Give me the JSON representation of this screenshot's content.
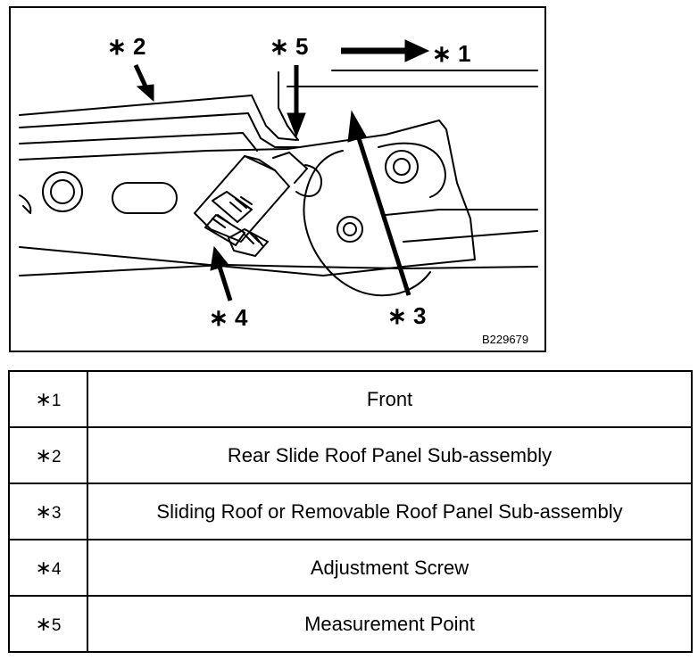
{
  "figure": {
    "id": "B229679",
    "callouts": {
      "c1": "∗ 1",
      "c2": "∗ 2",
      "c3": "∗ 3",
      "c4": "∗ 4",
      "c5": "∗ 5"
    }
  },
  "legend": {
    "rows": [
      {
        "symbol": "∗",
        "num": "1",
        "text": "Front"
      },
      {
        "symbol": "∗",
        "num": "2",
        "text": "Rear Slide Roof Panel Sub-assembly"
      },
      {
        "symbol": "∗",
        "num": "3",
        "text": "Sliding Roof or Removable Roof Panel Sub-assembly"
      },
      {
        "symbol": "∗",
        "num": "4",
        "text": "Adjustment Screw"
      },
      {
        "symbol": "∗",
        "num": "5",
        "text": "Measurement Point"
      }
    ]
  }
}
